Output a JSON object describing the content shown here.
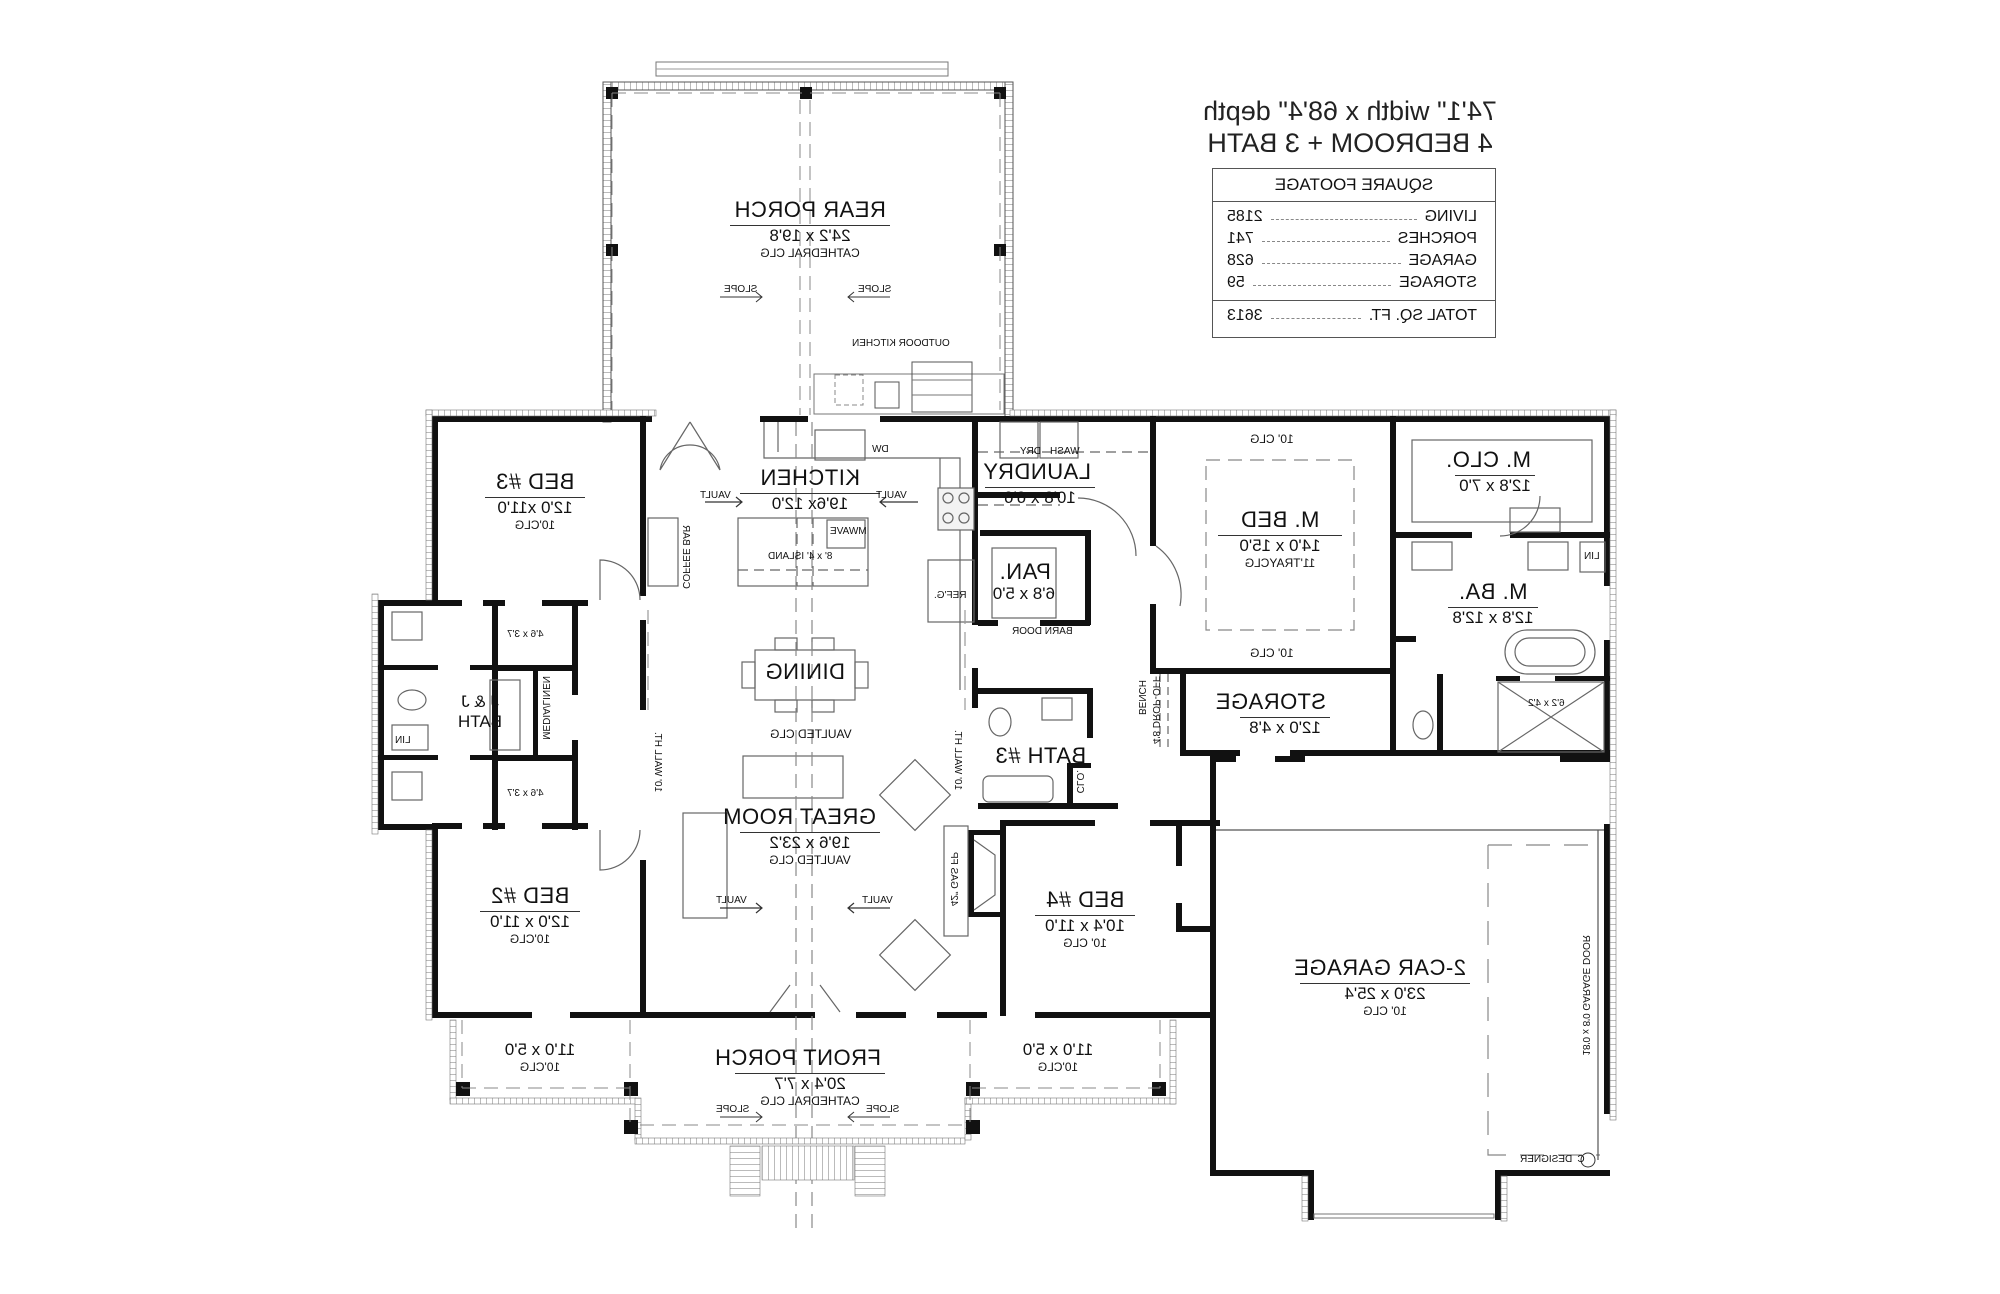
{
  "header": {
    "dimensions": "74'1\" width x 68'4\" depth",
    "bed_bath": "4 BEDROOM + 3 BATH"
  },
  "square_footage": {
    "title": "SQUARE FOOTAGE",
    "rows": [
      {
        "label": "LIVING",
        "value": "2185"
      },
      {
        "label": "PORCHES",
        "value": "741"
      },
      {
        "label": "GARAGE",
        "value": "628"
      },
      {
        "label": "STORAGE",
        "value": "59"
      }
    ],
    "total": {
      "label": "TOTAL SQ. FT.",
      "value": "3613"
    }
  },
  "rooms": {
    "rear_porch": {
      "name": "REAR PORCH",
      "dim": "24'2 x 19'8",
      "clg": "CATHEDRAL CLG",
      "slope": "SLOPE",
      "outdoor_kitchen": "OUTDOOR KITCHEN"
    },
    "kitchen": {
      "name": "KITCHEN",
      "dim": "19'6x 12'0",
      "vault": "VAULT",
      "island": "8' x 4' ISLAND",
      "mwave": "MWAVE",
      "dw": "DW",
      "refg": "REF'G.",
      "coffee_bar": "COFFEE BAR"
    },
    "laundry": {
      "name": "LAUNDRY",
      "dim": "10'8 x 6'6",
      "wash": "WASH",
      "dry": "DRY"
    },
    "pantry": {
      "name": "PAN.",
      "dim": "6'8 x 5'0",
      "door": "BARN DOOR"
    },
    "master_bed": {
      "name": "M. BED",
      "dim": "14'0 x 15'0",
      "clg": "11'TRAYCLG",
      "clg_top": "10' CLG",
      "clg_bottom": "10' CLG"
    },
    "master_closet": {
      "name": "M. CLO.",
      "dim": "12'8 x 7'0"
    },
    "master_bath": {
      "name": "M. BA.",
      "dim": "12'8 x 12'8",
      "lin": "LIN",
      "shower": "6'2 x 4'2"
    },
    "storage": {
      "name": "STORAGE",
      "dim": "12'0 x 4'8"
    },
    "bed3": {
      "name": "BED #3",
      "dim": "12'0 x11'0",
      "clg": "10'CLG",
      "closet": "4'6 x 3'7"
    },
    "bed2": {
      "name": "BED #2",
      "dim": "12'0 x 11'0",
      "clg": "10'CLG",
      "closet": "4'6 x 3'7"
    },
    "jj_bath": {
      "name": "J & J",
      "name2": "BATH",
      "lin": "LIN",
      "media_linen": "MEDIA/LINEN"
    },
    "dining": {
      "name": "DINING",
      "clg": "VAULTED CLG"
    },
    "great_room": {
      "name": "GREAT ROOM",
      "dim": "19'6 x 23'2",
      "clg": "VAULTED CLG",
      "vault": "VAULT",
      "wall_ht": "10' WALL HT.",
      "fireplace": "42\" GAS FP"
    },
    "bath3": {
      "name": "BATH #3",
      "clo": "CLO."
    },
    "bench": {
      "label": "BENCH",
      "dropoff": "4'8 DROP-OFF"
    },
    "bed4": {
      "name": "BED #4",
      "dim": "10'4 x 11'0",
      "clg": "10' CLG"
    },
    "front_porch": {
      "name": "FRONT PORCH",
      "dim": "20'4 x 7'7",
      "clg": "CATHEDRAL CLG",
      "slope": "SLOPE"
    },
    "porch_left": {
      "dim": "11'0 x 5'0",
      "clg": "10'CLG"
    },
    "porch_right": {
      "dim": "11'0 x 5'0",
      "clg": "10'CLG"
    },
    "garage": {
      "name": "2-CAR GARAGE",
      "dim": "23'0 x 25'4",
      "clg": "10' CLG",
      "door": "18'0 x 8'0 GARAGE DOOR"
    }
  },
  "credit": {
    "symbol": "C",
    "text": "DESIGNER"
  },
  "colors": {
    "wall": "#111111",
    "line": "#555555",
    "dash": "#888888",
    "background": "#ffffff"
  }
}
